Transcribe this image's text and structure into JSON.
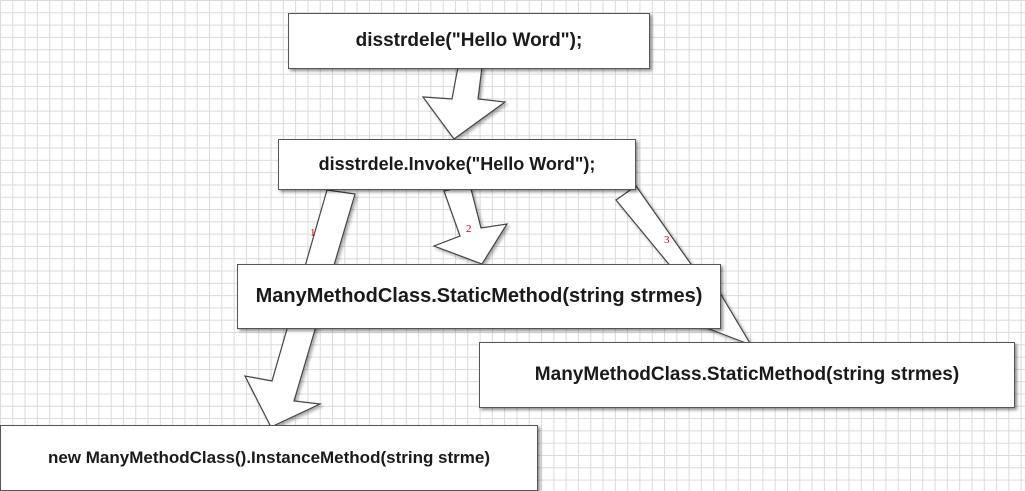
{
  "diagram": {
    "boxes": {
      "call": "disstrdele(\"Hello Word\");",
      "invoke": "disstrdele.Invoke(\"Hello Word\");",
      "static1": "ManyMethodClass.StaticMethod(string strmes)",
      "static2": "ManyMethodClass.StaticMethod(string strmes)",
      "instance": "new ManyMethodClass().InstanceMethod(string strme)"
    },
    "arrow_labels": {
      "one": "1",
      "two": "2",
      "three": "3"
    },
    "colors": {
      "box_border": "#555555",
      "arrow_fill": "#ffffff",
      "arrow_stroke": "#444444",
      "label_red": "#e00000",
      "grid": "#dadada"
    }
  }
}
